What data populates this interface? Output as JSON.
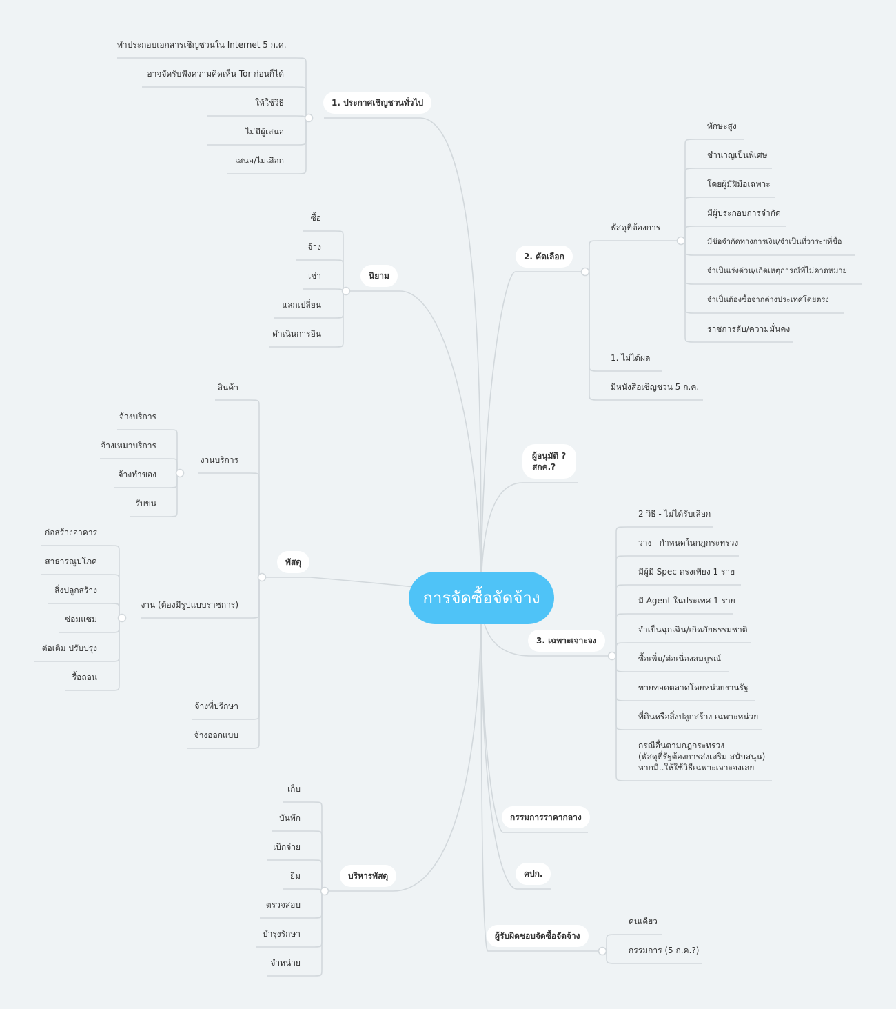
{
  "root": "การจัดซื้อจัดจ้าง",
  "branches": {
    "b1": {
      "label": "1. ประกาศเชิญชวนทั่วไป",
      "items": [
        "ทำประกอบเอกสารเชิญชวนใน Internet 5 ก.ค.",
        "อาจจัดรับฟังความคิดเห็น Tor ก่อนก็ได้",
        "ให้ใช้วิธี",
        "ไม่มีผู้เสนอ",
        "เสนอ/ไม่เลือก"
      ]
    },
    "niyam": {
      "label": "นิยาม",
      "items": [
        "ซื้อ",
        "จ้าง",
        "เช่า",
        "แลกเปลี่ยน",
        "ดำเนินการอื่น"
      ]
    },
    "phasadu": {
      "label": "พัสดุ",
      "items": [
        "สินค้า",
        "งานบริการ",
        "งาน (ต้องมีรูปแบบราชการ)",
        "จ้างที่ปรึกษา",
        "จ้างออกแบบ"
      ],
      "service": [
        "จ้างบริการ",
        "จ้างเหมาบริการ",
        "จ้างทำของ",
        "รับขน"
      ],
      "works": [
        "ก่อสร้างอาคาร",
        "สาธารณูปโภค",
        "สิ่งปลูกสร้าง",
        "ซ่อมแซม",
        "ต่อเติม ปรับปรุง",
        "รื้อถอน"
      ]
    },
    "manage": {
      "label": "บริหารพัสดุ",
      "items": [
        "เก็บ",
        "บันทึก",
        "เบิกจ่าย",
        "ยืม",
        "ตรวจสอบ",
        "บำรุงรักษา",
        "จำหน่าย"
      ]
    },
    "b2": {
      "label": "2. คัดเลือก",
      "items": [
        "พัสดุที่ต้องการ",
        "1. ไม่ได้ผล",
        "มีหนังสือเชิญชวน 5 ก.ค."
      ],
      "need": [
        "ทักษะสูง",
        "ชำนาญเป็นพิเศษ",
        "โดยผู้มีฝีมือเฉพาะ",
        "มีผู้ประกอบการจำกัด",
        "มีข้อจำกัดทางการเงิน/จำเป็นที่วาระฯที่ซื้อ",
        "จำเป็นเร่งด่วน/เกิดเหตุการณ์ที่ไม่คาดหมาย",
        "จำเป็นต้องซื้อจากต่างประเทศโดยตรง",
        "ราชการลับ/ความมั่นคง"
      ]
    },
    "approver": {
      "line1": "ผู้อนุมัติ ?",
      "line2": "สกค.?"
    },
    "b3": {
      "label": "3. เฉพาะเจาะจง",
      "items": [
        "2 วิธี - ไม่ได้รับเลือก",
        "วาง   กำหนดในกฎกระทรวง",
        "มีผู้มี Spec ตรงเพียง 1 ราย",
        "มี Agent ในประเทศ 1 ราย",
        "จำเป็นฉุกเฉิน/เกิดภัยธรรมชาติ",
        "ซื้อเพิ่ม/ต่อเนื่องสมบูรณ์",
        "ขายทอดตลาดโดยหน่วยงานรัฐ",
        "ที่ดินหรือสิ่งปลูกสร้าง เฉพาะหน่วย"
      ],
      "other": [
        "กรณีอื่นตามกฎกระทรวง",
        "(พัสดุที่รัฐต้องการส่งเสริม สนับสนุน)",
        "หากมี..ให้ใช้วิธีเฉพาะเจาะจงเลย"
      ]
    },
    "committee": {
      "label": "กรรมการราคากลาง"
    },
    "kpc": {
      "label": "คปก."
    },
    "resp": {
      "label": "ผู้รับผิดชอบจัดซื้อจัดจ้าง",
      "items": [
        "คนเดียว",
        "กรรมการ (5 ก.ค.?)"
      ]
    }
  }
}
